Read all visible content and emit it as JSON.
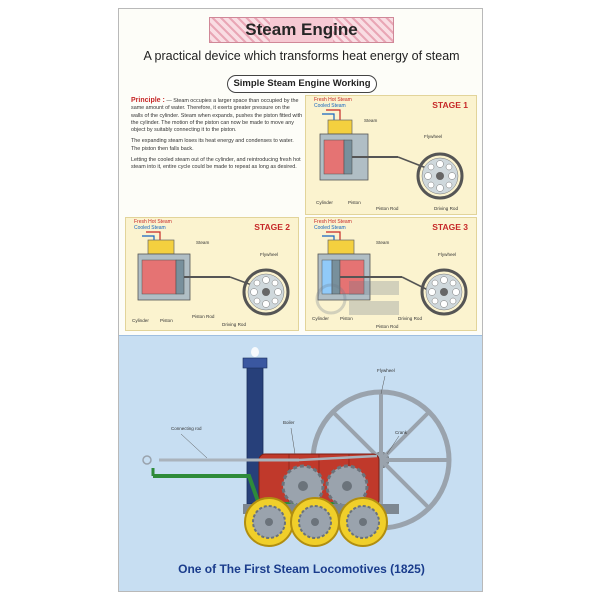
{
  "title": "Steam Engine",
  "subtitle": "A practical device which transforms heat energy of steam",
  "section_heading": "Simple Steam Engine Working",
  "principle": {
    "label": "Principle :",
    "paragraph1": "— Steam occupies a larger space than occupied by the same amount of water. Therefore, it exerts greater pressure on the walls of the cylinder. Steam when expands, pushes the piston fitted with the cylinder. The motion of the piston can now be made to move any object by suitably connecting it to the piston.",
    "paragraph2": "The expanding steam loses its heat energy and condenses to water. The piston then falls back.",
    "paragraph3": "Letting the cooled steam out of the cylinder, and reintroducing fresh hot steam into it, entire cycle could be made to repeat as long as desired."
  },
  "legend": {
    "hot": "Fresh Hot Steam",
    "cool": "Cooled Steam"
  },
  "stages": [
    {
      "title": "STAGE 1",
      "labels": {
        "steam": "Steam",
        "flywheel": "Flywheel",
        "cylinder": "Cylinder",
        "piston": "Piston",
        "piston_rod": "Piston Rod",
        "driving_rod": "Driving Rod"
      }
    },
    {
      "title": "STAGE 2",
      "labels": {
        "steam": "Steam",
        "flywheel": "Flywheel",
        "cylinder": "Cylinder",
        "piston": "Piston",
        "piston_rod": "Piston Rod",
        "driving_rod": "Driving Rod"
      }
    },
    {
      "title": "STAGE 3",
      "labels": {
        "steam": "Steam",
        "flywheel": "Flywheel",
        "cylinder": "Cylinder",
        "piston": "Piston",
        "piston_rod": "Piston Rod",
        "driving_rod": "Driving Rod"
      }
    }
  ],
  "locomotive": {
    "flywheel": "Flywheel",
    "connecting_rod": "Connecting rod",
    "boiler": "Boiler",
    "crank": "Crank",
    "caption": "One of The First Steam Locomotives (1825)"
  },
  "colors": {
    "accent_red": "#c62828",
    "caption_blue": "#1a3c8c",
    "stage_bg": "#fbf3cf",
    "bottom_bg": "#c7def2"
  }
}
